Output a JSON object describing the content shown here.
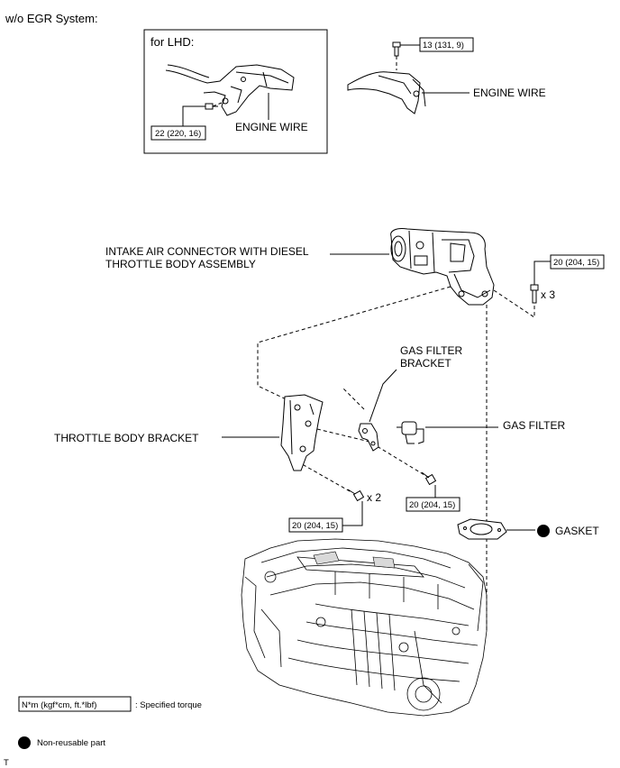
{
  "header": {
    "title": "w/o EGR System:"
  },
  "inset": {
    "title": "for LHD:",
    "torque": "22 (220, 16)",
    "engine_wire": "ENGINE WIRE"
  },
  "top_bolt": {
    "torque": "13 (131, 9)"
  },
  "top_engine_wire": "ENGINE WIRE",
  "intake": {
    "line1": "INTAKE AIR CONNECTOR WITH DIESEL",
    "line2": "THROTTLE BODY ASSEMBLY"
  },
  "intake_bolt": {
    "torque": "20 (204, 15)",
    "qty": "x 3"
  },
  "gas_filter_bracket": {
    "line1": "GAS FILTER",
    "line2": "BRACKET"
  },
  "gas_filter": "GAS FILTER",
  "throttle_body_bracket": "THROTTLE BODY BRACKET",
  "bracket_bolt_left": {
    "torque": "20 (204, 15)",
    "qty": "x 2"
  },
  "bracket_bolt_right": {
    "torque": "20 (204, 15)"
  },
  "gasket": "GASKET",
  "legend": {
    "torque_box": "N*m (kgf*cm, ft.*lbf)",
    "torque_text": ": Specified torque",
    "nonreusable_text": "Non-reusable part"
  },
  "footer_mark": "T"
}
